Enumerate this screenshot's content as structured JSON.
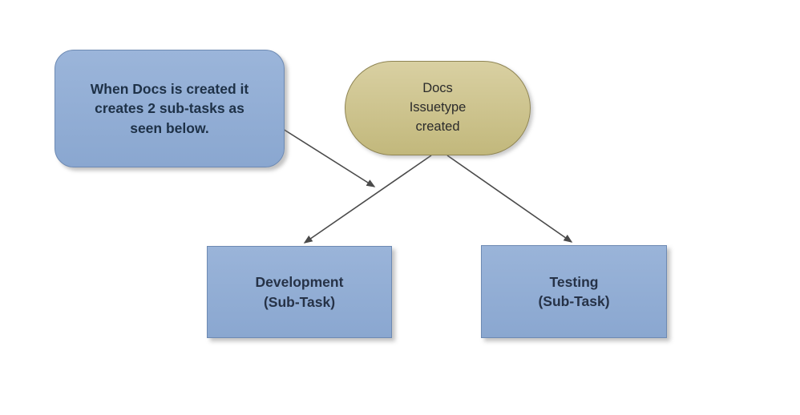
{
  "diagram": {
    "callout": {
      "text": "When Docs is created it\ncreates 2 sub-tasks as\nseen below."
    },
    "trigger": {
      "text": "Docs\nIssuetype\ncreated"
    },
    "subtask_development": {
      "text": "Development\n(Sub-Task)"
    },
    "subtask_testing": {
      "text": "Testing\n(Sub-Task)"
    },
    "colors": {
      "node_blue": "#92aed6",
      "node_blue_border": "#6d8ab3",
      "node_tan": "#cdc189",
      "node_tan_border": "#8f8554",
      "arrow": "#4a4a4a",
      "callout_text": "#1e3147",
      "box_text": "#263247",
      "background": "#ffffff"
    }
  }
}
